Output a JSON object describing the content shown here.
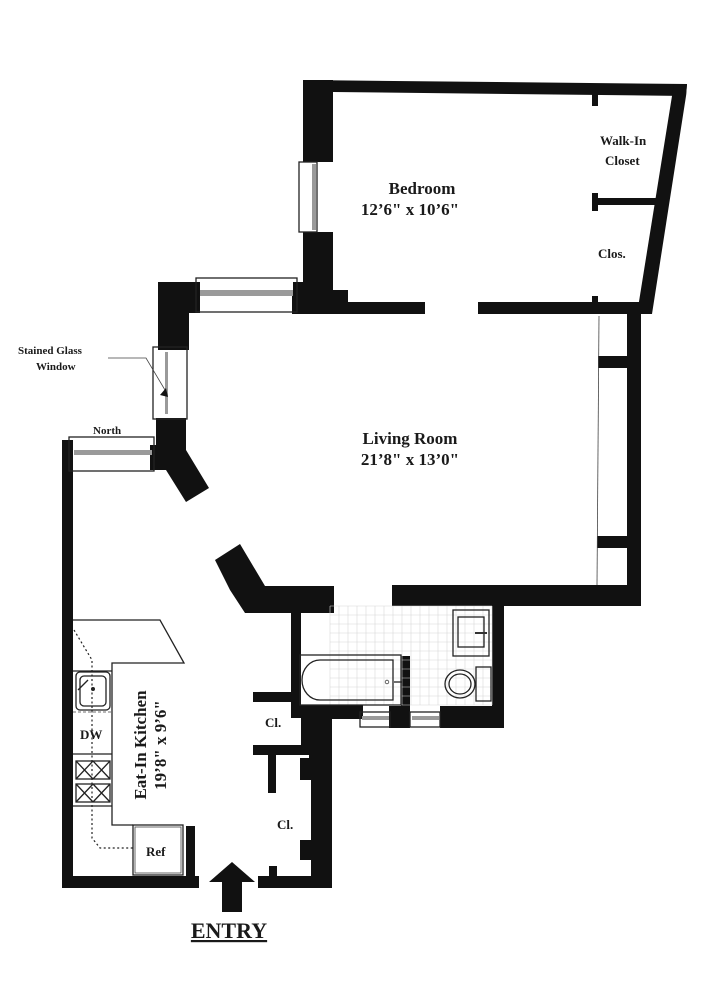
{
  "floor_plan": {
    "rooms": {
      "bedroom": {
        "name": "Bedroom",
        "dimensions": "12’6\" x 10’6\""
      },
      "living_room": {
        "name": "Living Room",
        "dimensions": "21’8\" x 13’0\""
      },
      "kitchen": {
        "name": "Eat-In Kitchen",
        "dimensions": "19’8\" x 9’6\""
      }
    },
    "closets": {
      "walk_in_line1": "Walk-In",
      "walk_in_line2": "Closet",
      "bedroom_closet": "Clos.",
      "hall_closet_1": "Cl.",
      "hall_closet_2": "Cl."
    },
    "annotations": {
      "stained_glass_line1": "Stained Glass",
      "stained_glass_line2": "Window",
      "north": "North",
      "entry": "ENTRY"
    },
    "appliances": {
      "dishwasher": "DW",
      "refrigerator": "Ref"
    },
    "colors": {
      "wall": "#111111",
      "background": "#ffffff",
      "glass": "#9a9a9a"
    }
  }
}
